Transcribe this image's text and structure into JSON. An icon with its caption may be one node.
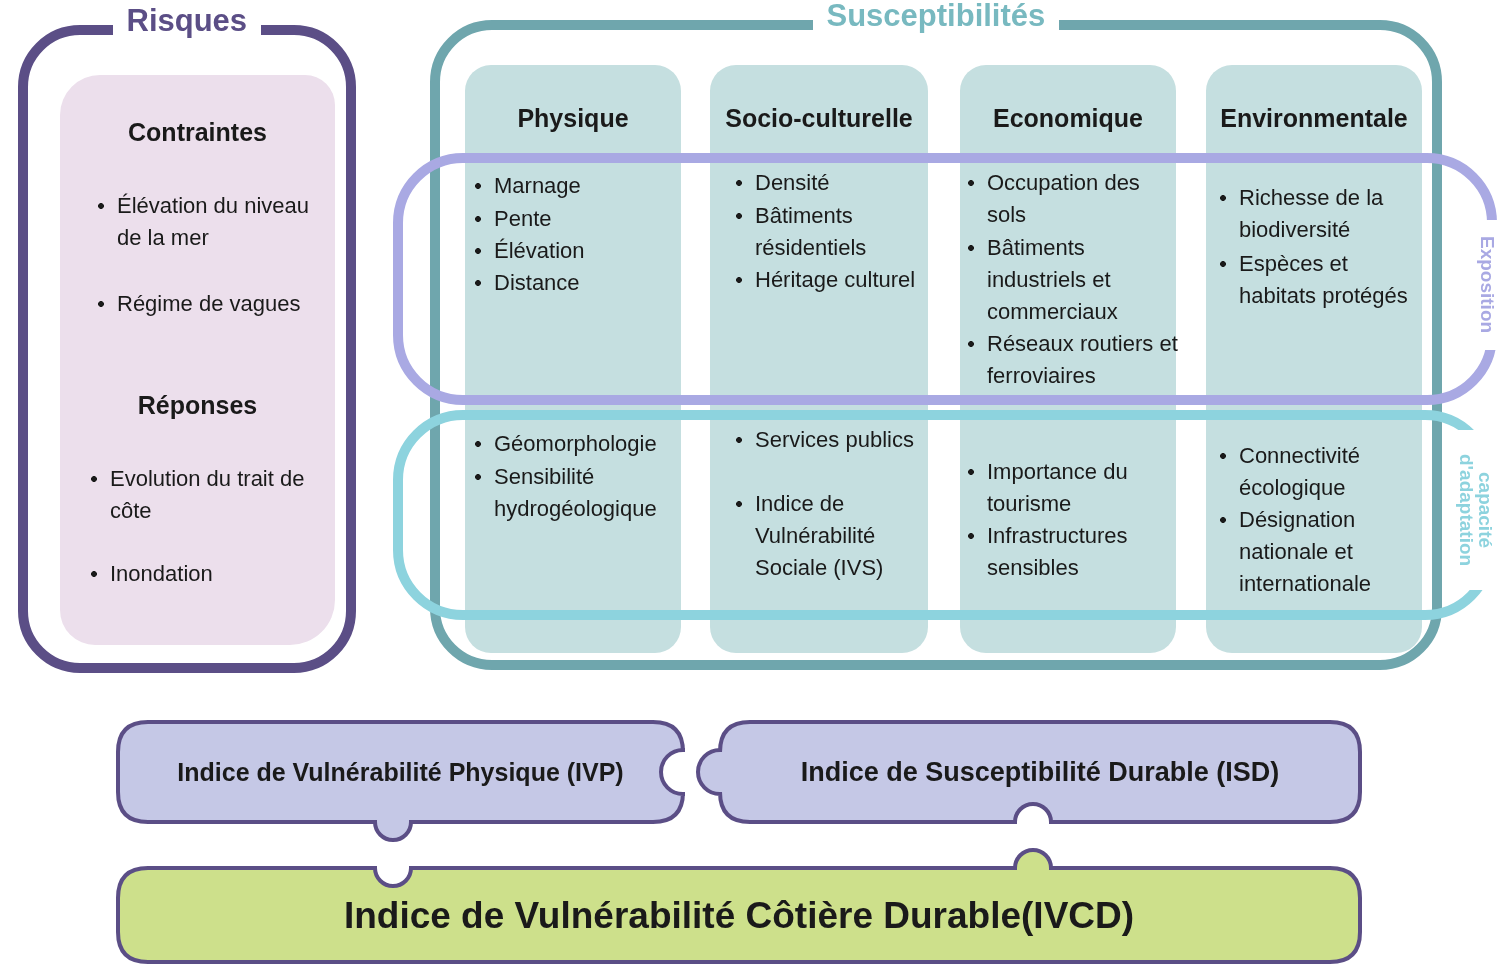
{
  "diagram": {
    "nodes": [
      {
        "text": [
          "Risques"
        ]
      },
      {
        "text": [
          "Contraintes",
          "Élévation du niveau de la mer",
          "Régime de vagues",
          "Réponses",
          "Evolution du trait de côte",
          "Inondation"
        ],
        "in": 0
      },
      {
        "text": [
          "Susceptibilités"
        ]
      },
      {
        "text": [
          "Physique",
          "Marnage",
          "Pente",
          "Élévation",
          "Distance",
          "Géomorphologie",
          "Sensibilité hydrogéologique"
        ],
        "in": 2
      },
      {
        "text": [
          "Socio-culturelle",
          "Densité",
          "Bâtiments résidentiels",
          "Héritage culturel",
          "Services publics",
          "Indice de Vulnérabilité Sociale (IVS)"
        ],
        "in": 2
      },
      {
        "text": [
          "Economique",
          "Occupation des sols",
          "Bâtiments industriels et commerciaux",
          "Réseaux routiers et ferroviaires",
          "Importance du tourisme",
          "Infrastructures sensibles"
        ],
        "in": 2
      },
      {
        "text": [
          "Environmentale",
          "Richesse de la biodiversité",
          "Espèces et habitats protégés",
          "Connectivité écologique",
          "Désignation nationale et internationale"
        ],
        "in": 2
      },
      {
        "text": [
          "Exposition"
        ],
        "in": 2
      },
      {
        "text": [
          "capacité d'adaptation"
        ],
        "in": 2
      },
      {
        "text": [
          "Indice de Vulnérabilité Physique (IVP)"
        ]
      },
      {
        "text": [
          "Indice de Susceptibilité Durable (ISD)"
        ]
      },
      {
        "text": [
          "Indice de Vulnérabilité Côtière Durable(IVCD)"
        ]
      }
    ],
    "edges": []
  }
}
